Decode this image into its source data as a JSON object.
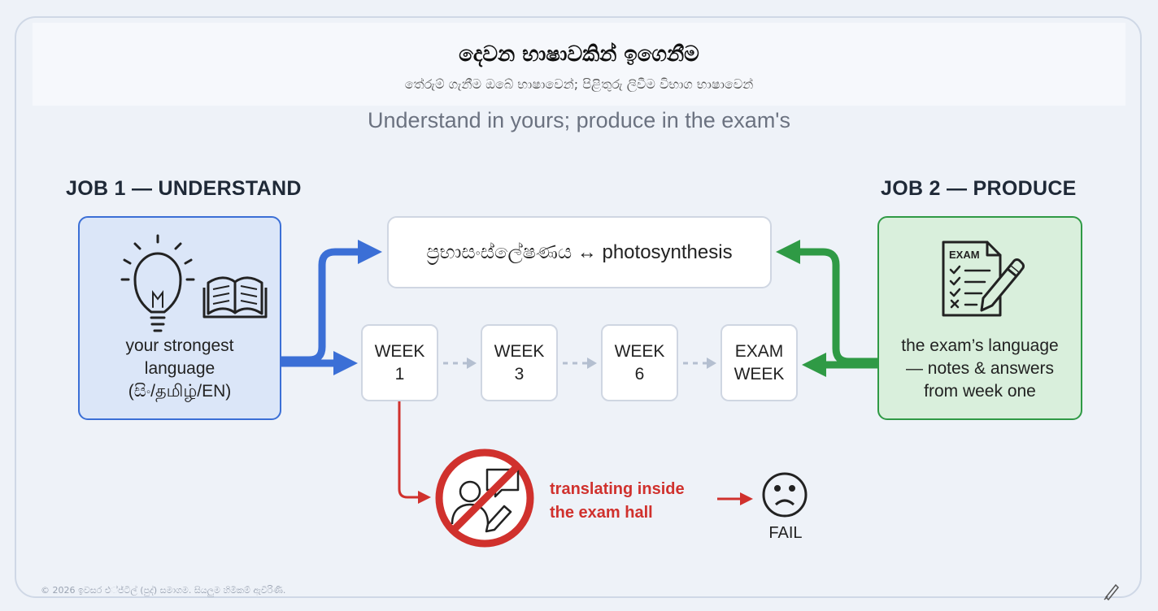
{
  "header": {
    "title": "දෙවන භාෂාවකින් ඉගෙනීම",
    "subtitle": "තේරුම් ගැනීම ඔබේ භාෂාවෙන්; පිළිතුරු ලිවීම විභාග භාෂාවෙන්",
    "tagline": "Understand in yours; produce in the exam's"
  },
  "job1": {
    "label": "JOB 1 — UNDERSTAND",
    "lines": [
      "your strongest",
      "language",
      "(සිං/தமிழ்/EN)"
    ],
    "icons": [
      "lightbulb-icon",
      "open-book-icon"
    ]
  },
  "job2": {
    "label": "JOB 2 — PRODUCE",
    "lines": [
      "the exam’s language",
      "— notes & answers",
      "from week one"
    ],
    "icon_text": "EXAM",
    "icons": [
      "exam-checklist-icon",
      "pencil-icon"
    ]
  },
  "term": "ප්‍රභාසංස්ලේෂණය ↔ photosynthesis",
  "weeks": [
    {
      "line1": "WEEK",
      "line2": "1"
    },
    {
      "line1": "WEEK",
      "line2": "3"
    },
    {
      "line1": "WEEK",
      "line2": "6"
    },
    {
      "line1": "EXAM",
      "line2": "WEEK"
    }
  ],
  "warning": {
    "lines": [
      "translating inside",
      "the exam hall"
    ],
    "icon": "no-translating-icon",
    "result_icon": "sad-face-icon",
    "result": "FAIL"
  },
  "footer": "© 2026 ඉවසර එ්ජ්ටිල් (පුද්) සමාගම. සියලුම හිමිකම් ඇවිරිණි.",
  "colors": {
    "blue": "#3b6fd6",
    "green": "#2f9a45",
    "red": "#d0312d",
    "blue_fill": "#dbe6f8",
    "green_fill": "#d9efdc"
  }
}
